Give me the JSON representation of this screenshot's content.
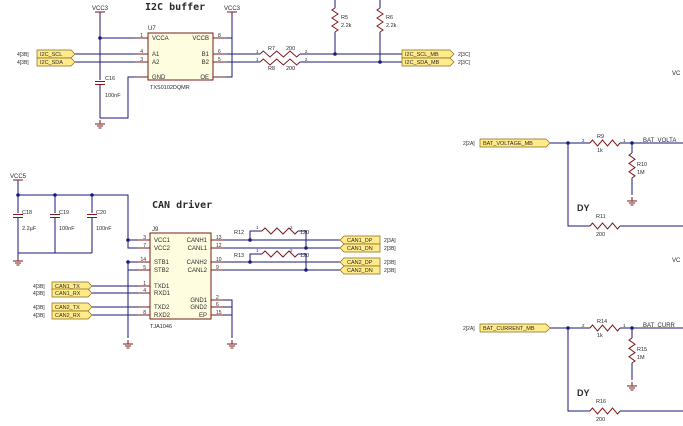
{
  "titles": {
    "i2c": "I2C buffer",
    "can": "CAN driver"
  },
  "power": {
    "vcc3": "VCC3",
    "vcc5": "VCC5"
  },
  "u7": {
    "ref": "U7",
    "part": "TXS0102DQMR",
    "left_pins": [
      {
        "num": "1",
        "name": "VCCA"
      },
      {
        "num": "4",
        "name": "A1"
      },
      {
        "num": "3",
        "name": "A2"
      },
      {
        "num": "",
        "name": "GND"
      }
    ],
    "right_pins": [
      {
        "num": "8",
        "name": "VCCB"
      },
      {
        "num": "6",
        "name": "B1"
      },
      {
        "num": "5",
        "name": "B2"
      },
      {
        "num": "",
        "name": "OE"
      }
    ]
  },
  "u9": {
    "ref": "J9",
    "part": "TJA1046",
    "left_pins": [
      {
        "num": "3",
        "name": "VCC1"
      },
      {
        "num": "7",
        "name": "VCC2"
      },
      {
        "num": "14",
        "name": "STB1"
      },
      {
        "num": "5",
        "name": "STB2"
      },
      {
        "num": "1",
        "name": "TXD1"
      },
      {
        "num": "4",
        "name": "RXD1"
      },
      {
        "num": "",
        "name": "TXD2"
      },
      {
        "num": "8",
        "name": "RXD2"
      }
    ],
    "right_pins": [
      {
        "num": "13",
        "name": "CANH1"
      },
      {
        "num": "12",
        "name": "CANL1"
      },
      {
        "num": "10",
        "name": "CANH2"
      },
      {
        "num": "9",
        "name": "CANL2"
      },
      {
        "num": "2",
        "name": "GND1"
      },
      {
        "num": "6",
        "name": "GND2"
      },
      {
        "num": "15",
        "name": "EP"
      }
    ]
  },
  "resistors": {
    "r5": {
      "ref": "R5",
      "value": "2.2k"
    },
    "r6": {
      "ref": "R6",
      "value": "2.2k"
    },
    "r7": {
      "ref": "R7",
      "value": "200"
    },
    "r8": {
      "ref": "R8",
      "value": "200"
    },
    "r9": {
      "ref": "R9",
      "value": "1k"
    },
    "r10": {
      "ref": "R10",
      "value": "1M"
    },
    "r11": {
      "ref": "R11",
      "value": "200"
    },
    "r12": {
      "ref": "R12",
      "value": "120"
    },
    "r13": {
      "ref": "R13",
      "value": "120"
    },
    "r14": {
      "ref": "R14",
      "value": "1k"
    },
    "r15": {
      "ref": "R15",
      "value": "1M"
    },
    "r16": {
      "ref": "R16",
      "value": "200"
    }
  },
  "capacitors": {
    "c16": {
      "ref": "C16",
      "value": "100nF"
    },
    "c18": {
      "ref": "C18",
      "value": "2.2µF"
    },
    "c19": {
      "ref": "C19",
      "value": "100nF"
    },
    "c20": {
      "ref": "C20",
      "value": "100nF"
    }
  },
  "nets": {
    "i2c_scl": {
      "name": "I2C_SCL",
      "ref": "4[3B]"
    },
    "i2c_sda": {
      "name": "I2C_SDA",
      "ref": "4[3B]"
    },
    "i2c_scl_mb": {
      "name": "I2C_SCL_MB",
      "ref": "2[3C]"
    },
    "i2c_sda_mb": {
      "name": "I2C_SDA_MB",
      "ref": "2[3C]"
    },
    "can1_tx": {
      "name": "CAN1_TX",
      "ref": "4[3B]"
    },
    "can1_rx": {
      "name": "CAN1_RX",
      "ref": "4[3B]"
    },
    "can2_tx": {
      "name": "CAN2_TX",
      "ref": "4[3B]"
    },
    "can2_rx": {
      "name": "CAN2_RX",
      "ref": "4[3B]"
    },
    "can1_dp": {
      "name": "CAN1_DP",
      "ref": "2[3A]"
    },
    "can1_dn": {
      "name": "CAN1_DN",
      "ref": "2[3B]"
    },
    "can2_dp": {
      "name": "CAN2_DP",
      "ref": "2[3B]"
    },
    "can2_dn": {
      "name": "CAN2_DN",
      "ref": "2[3B]"
    },
    "bat_voltage_mb": {
      "name": "BAT_VOLTAGE_MB",
      "ref": "2[2A]"
    },
    "bat_current_mb": {
      "name": "BAT_CURRENT_MB",
      "ref": "2[2A]"
    },
    "bat_volta": {
      "name": "BAT_VOLTA"
    },
    "bat_curr": {
      "name": "BAT_CURR"
    }
  },
  "marks": {
    "dy_top": "DY",
    "dy_bottom": "DY"
  },
  "pins": {
    "one": "1",
    "two": "2"
  },
  "edge_text": {
    "vc_top": "VC",
    "vc_bottom": "VC"
  }
}
